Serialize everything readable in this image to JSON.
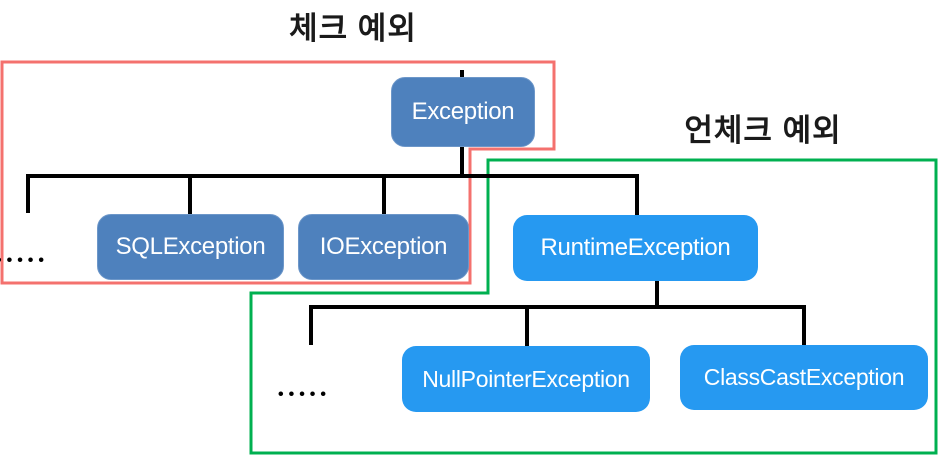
{
  "diagram": {
    "titles": {
      "checked": "체크 예외",
      "unchecked": "언체크 예외"
    },
    "nodes": {
      "exception": "Exception",
      "sql": "SQLException",
      "io": "IOException",
      "runtime": "RuntimeException",
      "nullpointer": "NullPointerException",
      "classcast": "ClassCastException"
    },
    "ellipsis_checked": "•••••",
    "ellipsis_unchecked": "•••••",
    "colors": {
      "checked_node": "#4e81bd",
      "unchecked_node": "#2699f1",
      "checked_outline": "#f4716e",
      "unchecked_outline": "#00b050",
      "connector": "#000000",
      "node_text": "#ffffff"
    }
  }
}
